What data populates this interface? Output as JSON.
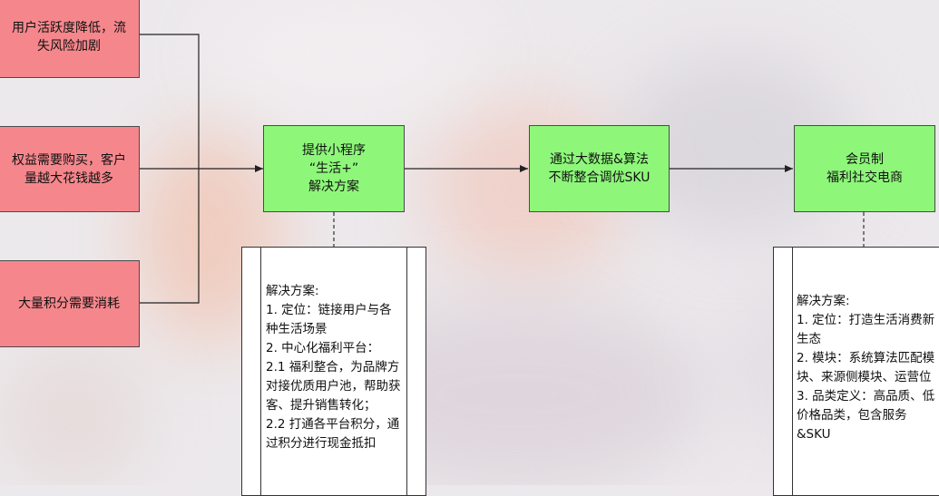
{
  "problems": [
    {
      "label": "用户活跃度降低，流\n失风险加剧"
    },
    {
      "label": "权益需要购买，客户\n量越大花钱越多"
    },
    {
      "label": "大量积分需要消耗"
    }
  ],
  "steps": [
    {
      "label": "提供小程序\n“生活+”\n解决方案"
    },
    {
      "label": "通过大数据&算法\n不断整合调优SKU"
    },
    {
      "label": "会员制\n福利社交电商"
    }
  ],
  "notes": [
    {
      "title": "解决方案:",
      "lines": [
        "1. 定位：链接用户与各种生活场景",
        "2. 中心化福利平台：",
        "2.1 福利整合，为品牌方对接优质用户池，帮助获客、提升销售转化；",
        "2.2 打通各平台积分，通过积分进行现金抵扣"
      ]
    },
    {
      "title": "解决方案:",
      "lines": [
        "1. 定位：打造生活消费新生态",
        "2. 模块：系统算法匹配模块、来源侧模块、运营位",
        "3. 品类定义：高品质、低价格品类，包含服务&SKU"
      ]
    }
  ],
  "colors": {
    "problem_fill": "#f5878c",
    "step_fill": "#8ef77a",
    "note_fill": "#ffffff",
    "line": "#222222"
  }
}
